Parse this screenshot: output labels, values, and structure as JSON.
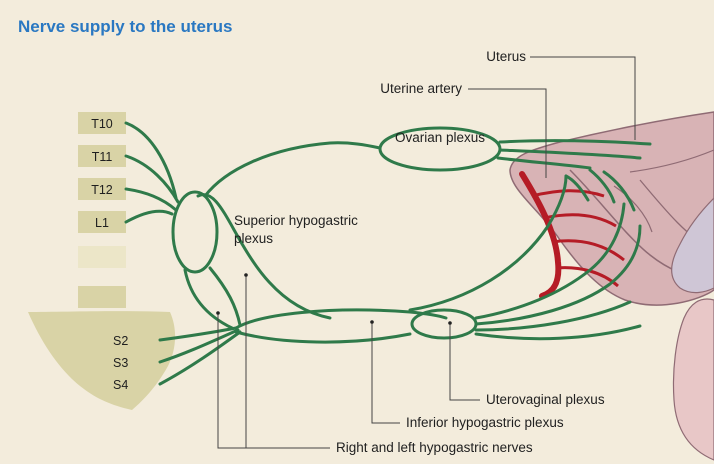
{
  "title": "Nerve supply to the uterus",
  "spinal_segments": {
    "upper": [
      "T10",
      "T11",
      "T12",
      "L1"
    ],
    "sacral": [
      "S2",
      "S3",
      "S4"
    ]
  },
  "labels": {
    "uterus": "Uterus",
    "uterine_artery": "Uterine artery",
    "ovarian_plexus": "Ovarian plexus",
    "superior_hypogastric_plexus": "Superior hypogastric plexus",
    "uterovaginal_plexus": "Uterovaginal plexus",
    "inferior_hypogastric_plexus": "Inferior hypogastric plexus",
    "hypogastric_nerves": "Right and left hypogastric nerves"
  },
  "colors": {
    "background": "#f3ecdc",
    "title": "#2a78c2",
    "nerve": "#2f7a4a",
    "segment_box": "#d9d3a6",
    "artery": "#b51c26",
    "uterus": "#d8b3b5",
    "organ_outline": "#8f6b74"
  }
}
